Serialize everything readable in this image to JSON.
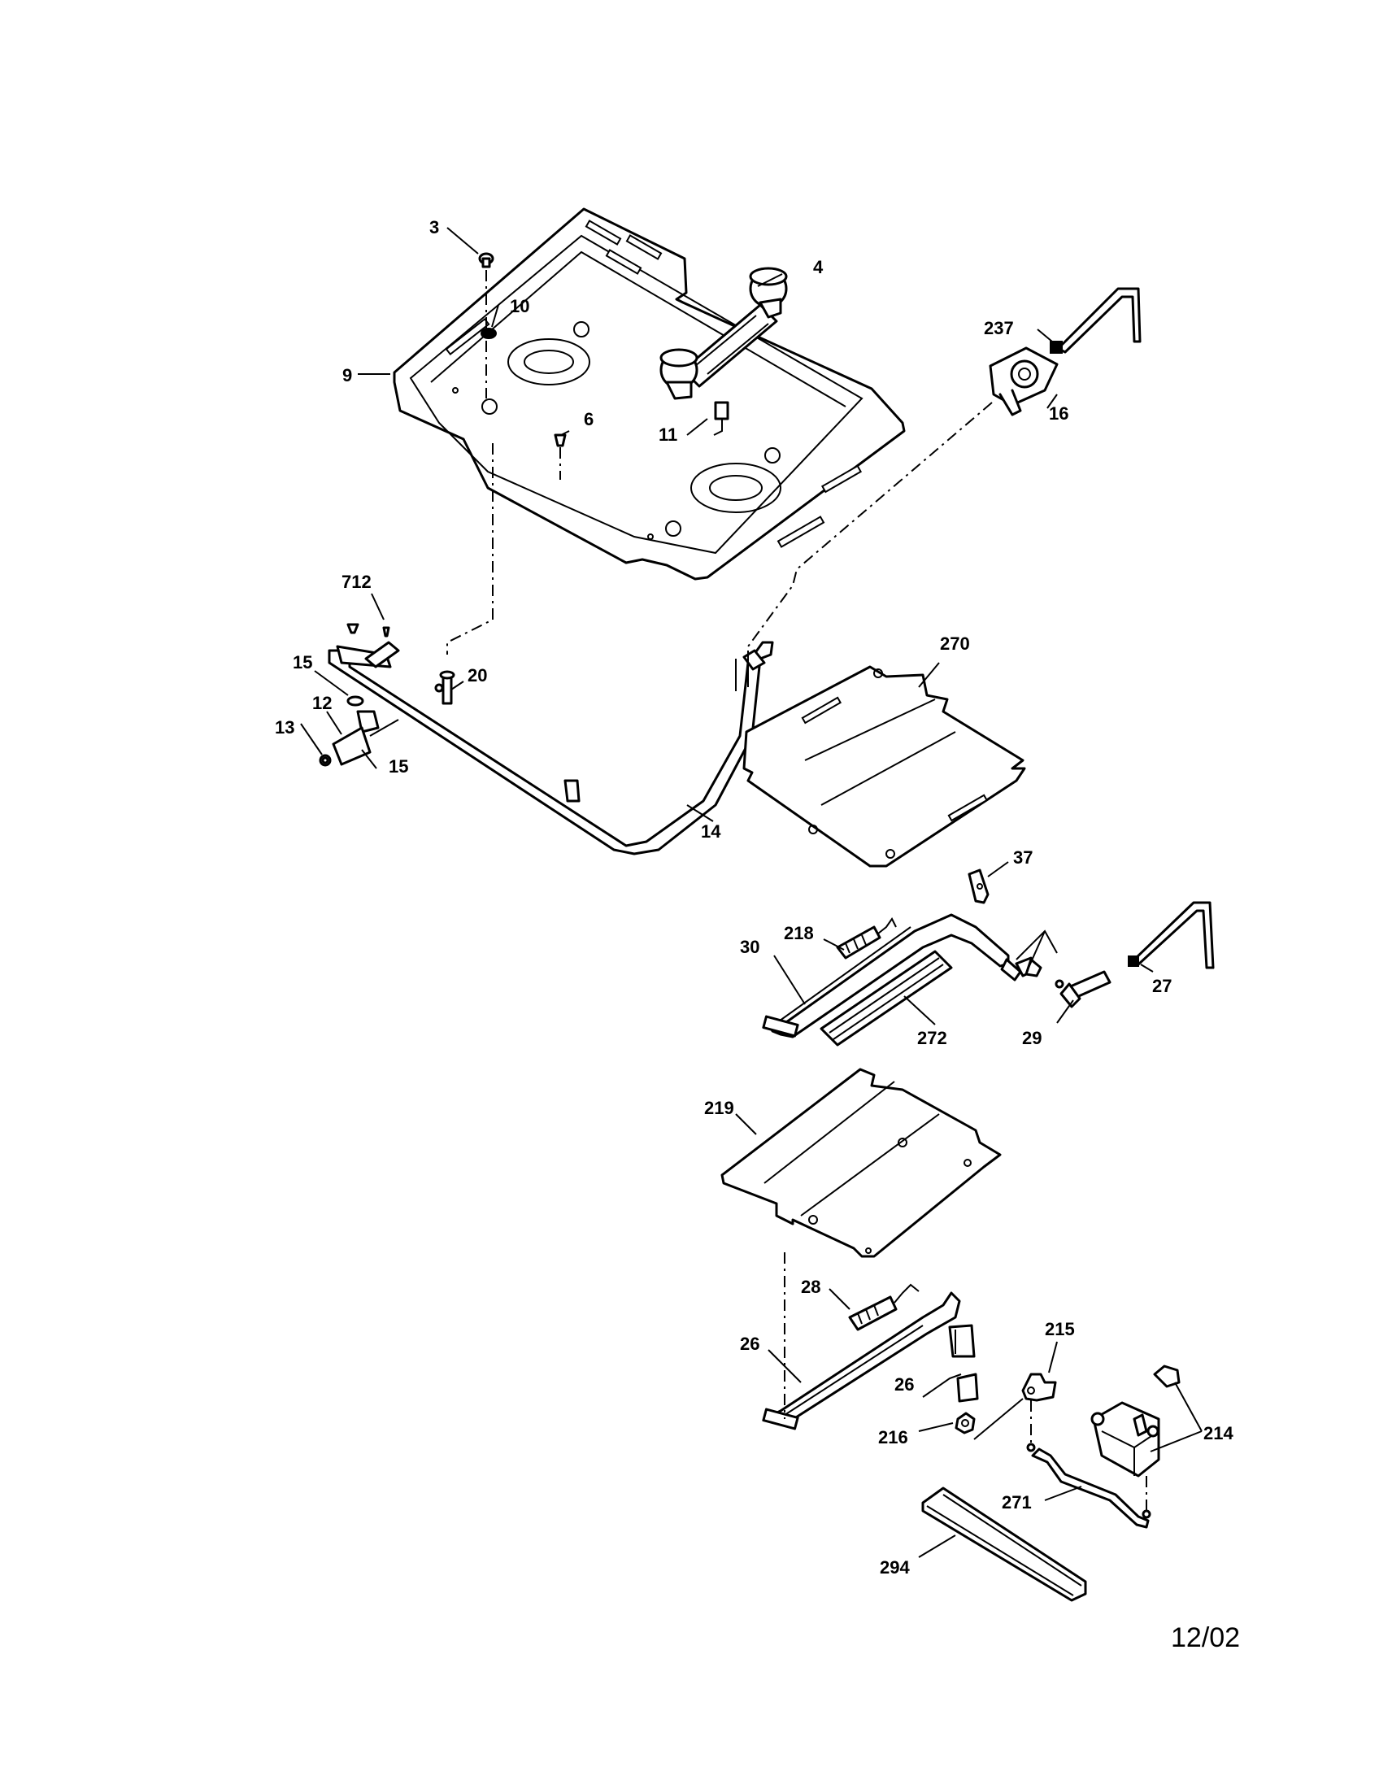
{
  "diagram": {
    "callouts": {
      "c3": "3",
      "c4": "4",
      "c10": "10",
      "c9": "9",
      "c237": "237",
      "c6": "6",
      "c11": "11",
      "c16": "16",
      "c712": "712",
      "c20": "20",
      "c15a": "15",
      "c12": "12",
      "c13": "13",
      "c15b": "15",
      "c14": "14",
      "c270": "270",
      "c37": "37",
      "c218": "218",
      "c30": "30",
      "c272": "272",
      "c29": "29",
      "c27": "27",
      "c219": "219",
      "c28": "28",
      "c26a": "26",
      "c26b": "26",
      "c215": "215",
      "c216": "216",
      "c214": "214",
      "c271": "271",
      "c294": "294"
    },
    "revision_date": "12/02"
  }
}
